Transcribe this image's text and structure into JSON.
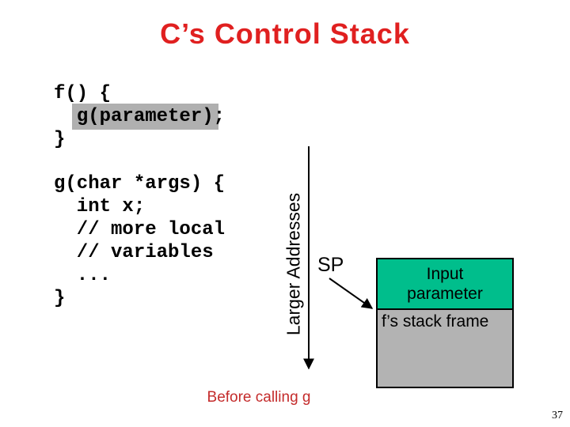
{
  "title": "C’s Control Stack",
  "code_f": {
    "line1": "f() {",
    "indent": "  ",
    "highlight": "g(parameter)",
    "suffix": ";",
    "line3": "}"
  },
  "code_g": {
    "lines": [
      "g(char *args) {",
      "  int x;",
      "  // more local",
      "  // variables",
      "  ...",
      "}"
    ]
  },
  "axis_label": "Larger Addresses",
  "sp_label": "SP",
  "stack": {
    "top_cell": "Input parameter",
    "bottom_cell": "f’s stack frame"
  },
  "caption": "Before calling g",
  "page_number": "37",
  "colors": {
    "title_red": "#E02020",
    "caption_red": "#C42B2B",
    "cell_green": "#00BE8C",
    "cell_gray": "#B3B3B3",
    "highlight_gray": "#B0B0B0"
  }
}
